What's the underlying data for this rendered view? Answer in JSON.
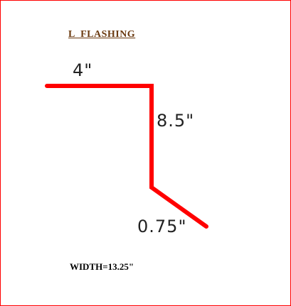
{
  "diagram": {
    "title": "L  FLASHING",
    "segments": [
      {
        "id": "top",
        "label": "4\""
      },
      {
        "id": "vertical",
        "label": "8.5\""
      },
      {
        "id": "bottom",
        "label": "0.75\""
      }
    ],
    "width_label": "WIDTH=13.25\"",
    "colors": {
      "border": "#ff0000",
      "line": "#ff0000",
      "title": "#6b3a10",
      "text": "#222222"
    }
  }
}
